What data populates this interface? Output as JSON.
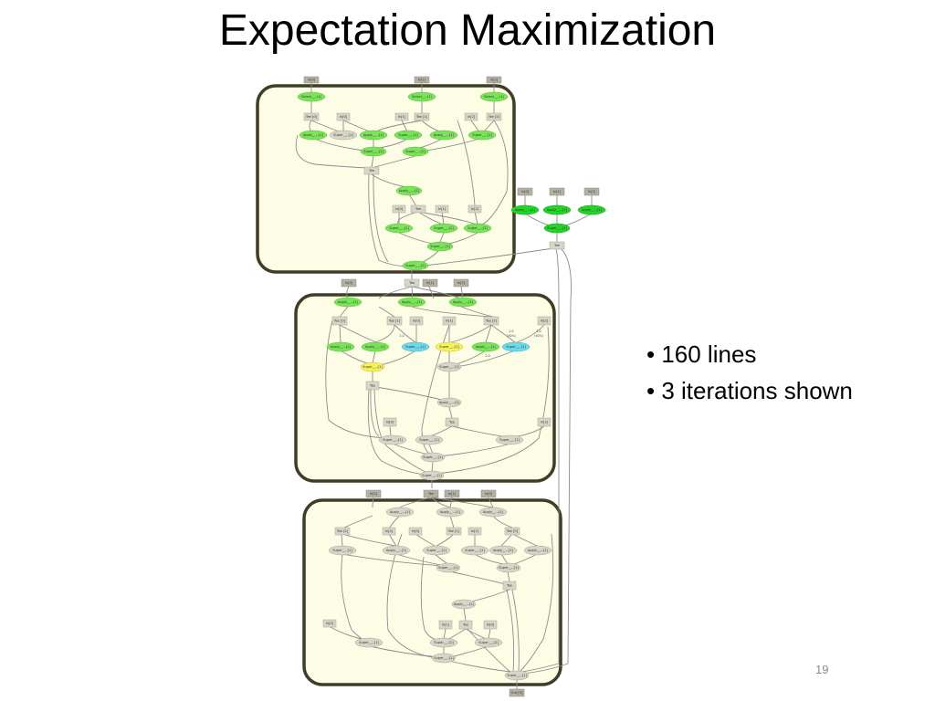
{
  "slide": {
    "title": "Expectation Maximization",
    "bullets": [
      "160 lines",
      "3 iterations shown"
    ],
    "page_number": "19"
  },
  "graph": {
    "colors": {
      "panel_fill": "#fdfde6",
      "panel_border": "#3f3d27",
      "node_gray": "#d7d4c8",
      "node_green": "#7be25b",
      "node_bright_green": "#22d526",
      "node_yellow": "#f4f15a",
      "node_cyan": "#6fd9e8",
      "edge": "#8c8c8c"
    },
    "labels": {
      "in0": "In[0]",
      "in1": "In[1]",
      "in2": "In[2]",
      "tee": "Tee",
      "tee0": "Tee [0]",
      "tee1": "Tee [1]",
      "tee2": "Tee [2]",
      "out0": "Out [0]",
      "select": "Select__..(1)",
      "apply": "Apply__...[1]",
      "super": "Super__..[1]",
      "edge_20": "2.0",
      "edge_pct": "(50%)",
      "edge_30": "3.0"
    }
  }
}
